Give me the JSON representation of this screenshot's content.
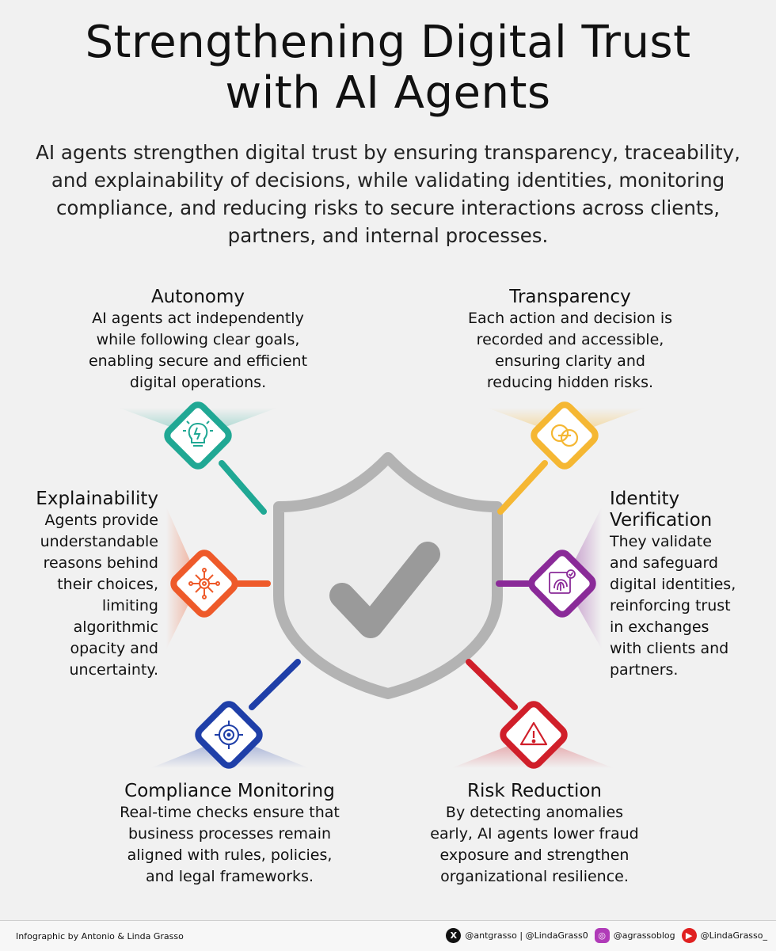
{
  "title_line1": "Strengthening Digital Trust",
  "title_line2": "with AI Agents",
  "subtitle": "AI agents strengthen digital trust by ensuring transparency, traceability, and explainability of decisions, while validating identities, monitoring compliance, and reducing risks to secure interactions across clients, partners, and internal processes.",
  "colors": {
    "autonomy": "#20a894",
    "transparency": "#f5b733",
    "explainability": "#ee5a2a",
    "identity": "#8a2a98",
    "compliance": "#1f3fa8",
    "risk": "#d01f2a",
    "shield": "#aaaaaa",
    "check": "#9a9a9a"
  },
  "features": {
    "autonomy": {
      "title": "Autonomy",
      "text": "AI agents act independently\nwhile following clear goals,\nenabling secure and efficient\ndigital operations.",
      "icon": "lightbulb-icon"
    },
    "transparency": {
      "title": "Transparency",
      "text": "Each action and decision is\nrecorded and accessible,\nensuring clarity and\nreducing hidden risks.",
      "icon": "overlapping-circles-icon"
    },
    "explainability": {
      "title": "Explainability",
      "text": "Agents provide\nunderstandable\nreasons behind\ntheir choices,\nlimiting\nalgorithmic\nopacity and\nuncertainty.",
      "icon": "network-gear-icon"
    },
    "identity": {
      "title": "Identity\nVerification",
      "text": "They validate\nand safeguard\ndigital identities,\nreinforcing trust\nin exchanges\nwith clients and\npartners.",
      "icon": "fingerprint-icon"
    },
    "compliance": {
      "title": "Compliance Monitoring",
      "text": "Real-time checks ensure that\nbusiness processes remain\naligned with rules, policies,\nand legal frameworks.",
      "icon": "target-icon"
    },
    "risk": {
      "title": "Risk Reduction",
      "text": "By detecting anomalies\nearly, AI agents lower fraud\nexposure and strengthen\norganizational resilience.",
      "icon": "warning-icon"
    }
  },
  "footer": {
    "credit": "Infographic by Antonio & Linda Grasso",
    "x_handle": "@antgrasso | @LindaGrass0",
    "instagram_handle": "@agrassoblog",
    "youtube_handle": "@LindaGrasso_"
  }
}
